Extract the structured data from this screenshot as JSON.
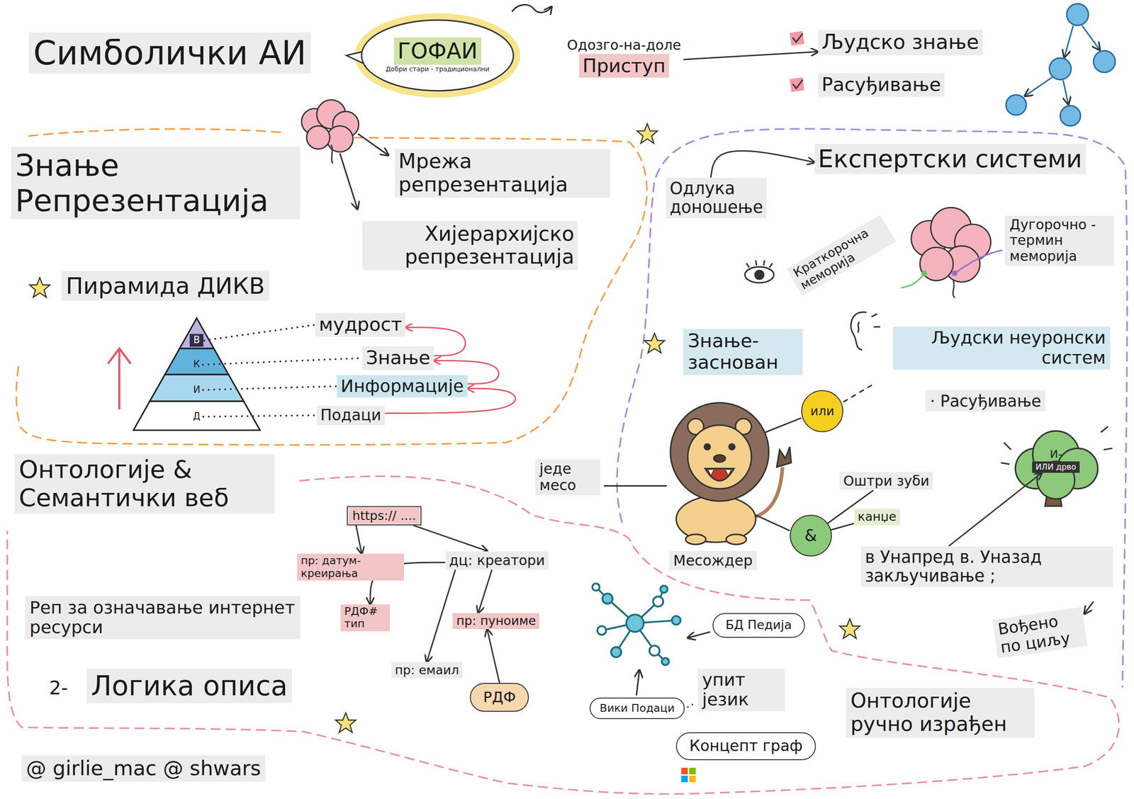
{
  "diagram": {
    "title": "Симболички АИ",
    "caption": "@ girlie_mac @ shwars",
    "nodes": [
      {
        "text": [
          "ГОФАИ",
          "Добри стари - традиционални"
        ]
      },
      {
        "text": [
          "Одозго-на-доле",
          "Приступ"
        ]
      },
      {
        "text": [
          "Људско знање"
        ]
      },
      {
        "text": [
          "Расуђивање"
        ]
      },
      {
        "text": [
          "Мрежа репрезентација"
        ]
      },
      {
        "text": [
          "Хијерархијско репрезентација"
        ]
      },
      {
        "text": [
          "В"
        ]
      },
      {
        "text": [
          "К"
        ]
      },
      {
        "text": [
          "И"
        ]
      },
      {
        "text": [
          "Д"
        ]
      },
      {
        "text": [
          "мудрост"
        ]
      },
      {
        "text": [
          "Знање"
        ]
      },
      {
        "text": [
          "Информације"
        ]
      },
      {
        "text": [
          "Подаци"
        ]
      },
      {
        "text": [
          "https:// ...."
        ]
      },
      {
        "text": [
          "пр: датум-креирања"
        ]
      },
      {
        "text": [
          "дц: креатори"
        ]
      },
      {
        "text": [
          "РДФ# тип"
        ]
      },
      {
        "text": [
          "пр: пуноиме"
        ]
      },
      {
        "text": [
          "пр: емаил"
        ]
      },
      {
        "text": [
          "РДФ"
        ]
      },
      {
        "text": [
          "Одлука доношење"
        ]
      },
      {
        "text": [
          "Експертски системи"
        ]
      },
      {
        "text": [
          "или"
        ]
      },
      {
        "text": [
          "&"
        ]
      },
      {
        "text": [
          "Оштри зуби"
        ]
      },
      {
        "text": [
          "канџе"
        ]
      },
      {
        "text": [
          "И-",
          "ИЛИ дрво"
        ]
      },
      {
        "text": [
          "в Унапред в. Уназад закључивање ;"
        ]
      },
      {
        "text": [
          "БД Педија"
        ]
      },
      {
        "text": [
          "Вики Подаци"
        ]
      },
      {
        "text": [
          "Концепт граф"
        ]
      }
    ],
    "edges": [
      {
        "from": 1,
        "to": 2,
        "arrow": "to"
      },
      {
        "from": 6,
        "to": 10,
        "arrow": "none"
      },
      {
        "from": 7,
        "to": 11,
        "arrow": "none"
      },
      {
        "from": 8,
        "to": 12,
        "arrow": "none"
      },
      {
        "from": 9,
        "to": 13,
        "arrow": "none"
      },
      {
        "from": 13,
        "to": 12,
        "arrow": "to"
      },
      {
        "from": 12,
        "to": 11,
        "arrow": "to"
      },
      {
        "from": 11,
        "to": 10,
        "arrow": "to"
      },
      {
        "from": 14,
        "to": 15,
        "arrow": "to"
      },
      {
        "from": 14,
        "to": 16,
        "arrow": "to"
      },
      {
        "from": 16,
        "to": 17,
        "arrow": "to"
      },
      {
        "from": 16,
        "to": 18,
        "arrow": "to"
      },
      {
        "from": 16,
        "to": 19,
        "arrow": "to"
      },
      {
        "from": 20,
        "to": 18,
        "arrow": "to"
      },
      {
        "from": 21,
        "to": 22,
        "arrow": "to"
      },
      {
        "from": 24,
        "to": 25,
        "arrow": "none"
      },
      {
        "from": 24,
        "to": 26,
        "arrow": "none"
      },
      {
        "from": 28,
        "to": 27,
        "arrow": "to"
      }
    ],
    "labels": [
      "Знање Репрезентација",
      "Пирамида ДИКВ",
      "Краткорочна меморија",
      "Дугорочно - термин меморија",
      "Људски неуронски систем",
      "· Расуђивање",
      "Знање- заснован",
      "једе месо",
      "Месождер",
      "Онтологије & Семантички веб",
      "Реп за означавање интернет ресурси",
      "2-",
      "Логика описа",
      "упит језик",
      "Вођено по циљу",
      "Онтологије ручно израђен"
    ]
  }
}
